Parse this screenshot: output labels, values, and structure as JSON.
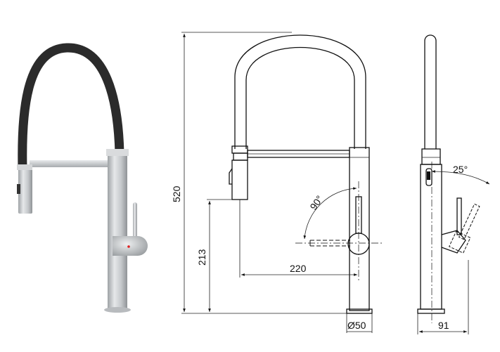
{
  "drawing": {
    "photo": {
      "hose_color": "#2b2b2b",
      "metal_color": "#c9ccce",
      "accent_color": "#e02020"
    },
    "dimensions": {
      "overall_height": "520",
      "outlet_height": "213",
      "reach": "220",
      "base_diameter": "Ø50",
      "side_depth": "91",
      "lever_angle": "90°",
      "head_angle": "25°"
    }
  }
}
